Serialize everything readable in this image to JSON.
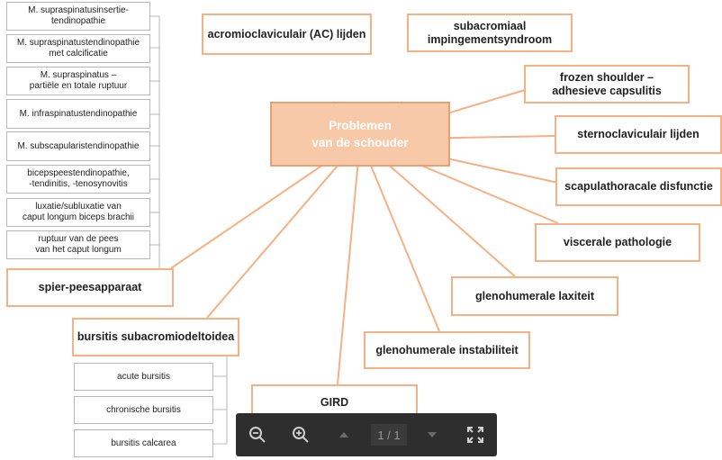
{
  "center": {
    "line1": "Problemen",
    "line2": "van de schouder"
  },
  "nodes": {
    "ac": "acromioclaviculair (AC) lijden",
    "sub1": "subacromiaal",
    "sub2": "impingementsyndroom",
    "frozen1": "frozen shoulder –",
    "frozen2": "adhesieve capsulitis",
    "sterno": "sternoclaviculair lijden",
    "scapula": "scapulathoracale disfunctie",
    "visceral": "viscerale pathologie",
    "laxiteit": "glenohumerale laxiteit",
    "instabiliteit": "glenohumerale instabiliteit",
    "gird": "GIRD",
    "spier": "spier-peesapparaat",
    "bursitis": "bursitis subacromiodeltoidea"
  },
  "spier_children": [
    [
      "M. supraspinatusinsertie-",
      "tendinopathie"
    ],
    [
      "M. supraspinatustendinopathie",
      "met calcificatie"
    ],
    [
      "M. supraspinatus –",
      "partiële en totale ruptuur"
    ],
    [
      "M. infraspinatustendinopathie"
    ],
    [
      "M. subscapularistendinopathie"
    ],
    [
      "bicepspeestendinopathie,",
      "-tendinitis, -tenosynovitis"
    ],
    [
      "luxatie/subluxatie van",
      "caput longum biceps brachii"
    ],
    [
      "ruptuur van de pees",
      "van het caput longum"
    ]
  ],
  "bursitis_children": [
    "acute bursitis",
    "chronische bursitis",
    "bursitis calcarea"
  ],
  "toolbar": {
    "page": "1 / 1",
    "icons": [
      "zoom-out-icon",
      "zoom-in-icon",
      "arrow-up-icon",
      "arrow-down-icon",
      "fullscreen-icon"
    ]
  },
  "colors": {
    "branch": "#f4b183",
    "center_fill": "#f8c9a8",
    "leaf_border": "#b8b8b8",
    "toolbar": "#2e2e2e"
  }
}
